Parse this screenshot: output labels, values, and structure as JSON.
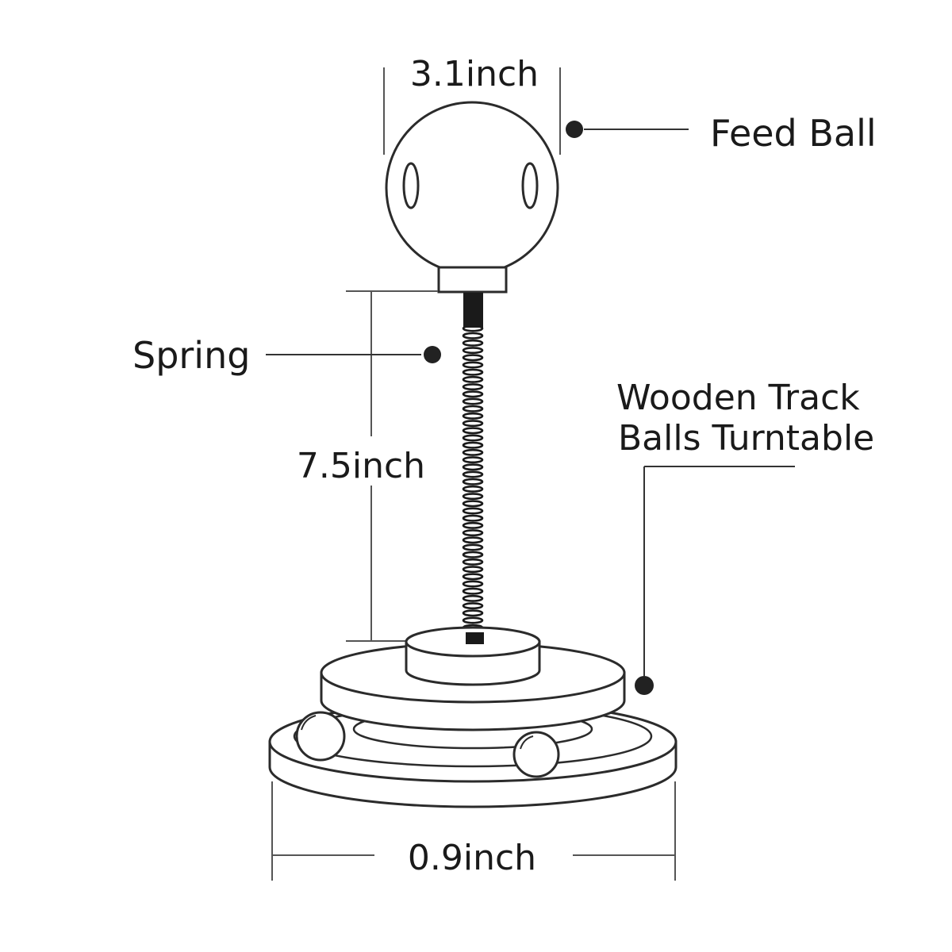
{
  "dimensions": {
    "ball_width": "3.1inch",
    "spring_height": "7.5inch",
    "base_width": "0.9inch"
  },
  "callouts": {
    "feed_ball": "Feed Ball",
    "spring": "Spring",
    "turntable_line1": "Wooden Track",
    "turntable_line2": "Balls Turntable"
  },
  "colors": {
    "stroke": "#2b2b2b",
    "fill": "#ffffff",
    "dot": "#222222",
    "text": "#1a1a1a"
  }
}
